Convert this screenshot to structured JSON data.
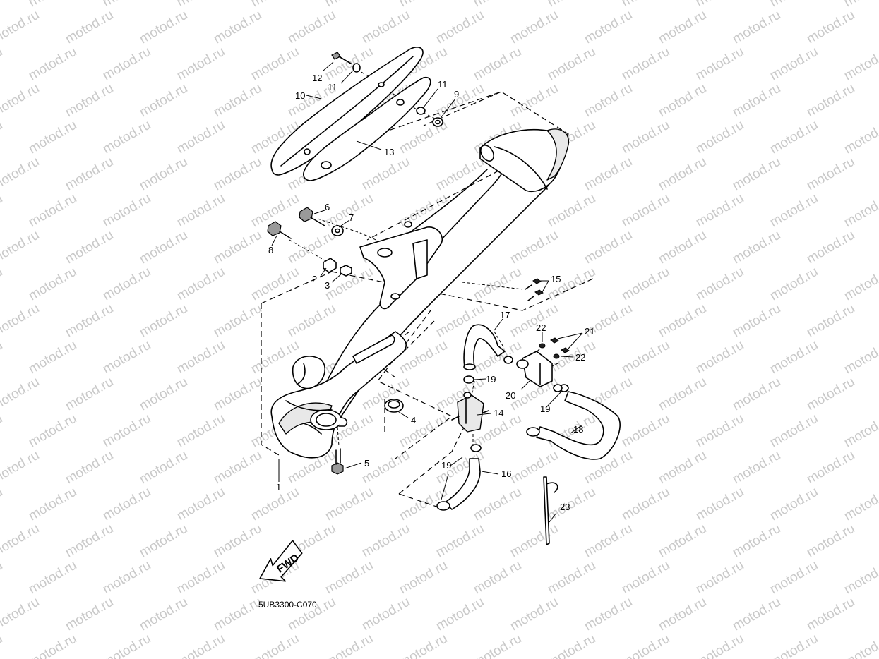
{
  "diagram": {
    "drawing_code": "5UB3300-C070",
    "direction_label": "FWD",
    "watermark_text": "motod.ru",
    "callouts": [
      {
        "id": "1",
        "label": "1"
      },
      {
        "id": "2",
        "label": "2"
      },
      {
        "id": "3",
        "label": "3"
      },
      {
        "id": "4",
        "label": "4"
      },
      {
        "id": "5",
        "label": "5"
      },
      {
        "id": "6",
        "label": "6"
      },
      {
        "id": "7",
        "label": "7"
      },
      {
        "id": "8",
        "label": "8"
      },
      {
        "id": "9",
        "label": "9"
      },
      {
        "id": "10",
        "label": "10"
      },
      {
        "id": "11a",
        "label": "11"
      },
      {
        "id": "11b",
        "label": "11"
      },
      {
        "id": "12",
        "label": "12"
      },
      {
        "id": "13",
        "label": "13"
      },
      {
        "id": "14",
        "label": "14"
      },
      {
        "id": "15",
        "label": "15"
      },
      {
        "id": "16",
        "label": "16"
      },
      {
        "id": "17",
        "label": "17"
      },
      {
        "id": "18",
        "label": "18"
      },
      {
        "id": "19a",
        "label": "19"
      },
      {
        "id": "19b",
        "label": "19"
      },
      {
        "id": "19c",
        "label": "19"
      },
      {
        "id": "20",
        "label": "20"
      },
      {
        "id": "21",
        "label": "21"
      },
      {
        "id": "22a",
        "label": "22"
      },
      {
        "id": "22b",
        "label": "22"
      },
      {
        "id": "23",
        "label": "23"
      }
    ]
  }
}
